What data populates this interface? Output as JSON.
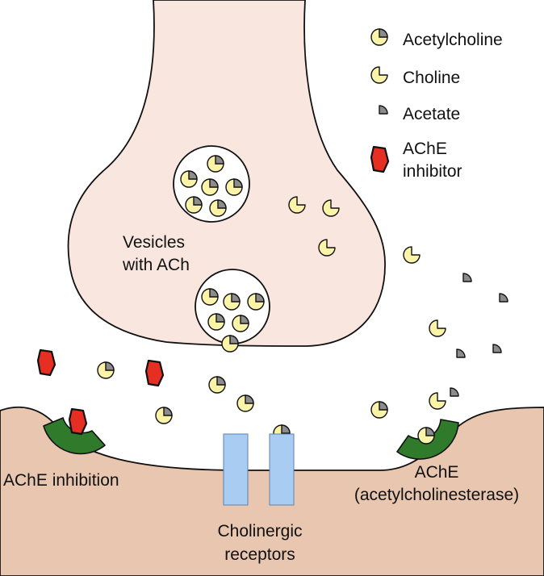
{
  "legend": {
    "items": [
      {
        "icon": "acetylcholine-icon",
        "label": "Acetylcholine"
      },
      {
        "icon": "choline-icon",
        "label": "Choline"
      },
      {
        "icon": "acetate-icon",
        "label": "Acetate"
      },
      {
        "icon": "ache-inhibitor-icon",
        "label_line1": "AChE",
        "label_line2": "inhibitor"
      }
    ]
  },
  "labels": {
    "vesicles_line1": "Vesicles",
    "vesicles_line2": "with ACh",
    "ache_inhibition": "AChE inhibition",
    "ache_line1": "AChE",
    "ache_line2": "(acetylcholinesterase)",
    "receptors_line1": "Cholinergic",
    "receptors_line2": "receptors"
  },
  "colors": {
    "presynaptic_fill": "#f8e6df",
    "postsynaptic_fill": "#e8c6b0",
    "molecule_fill": "#fbf3a8",
    "acetate_fill": "#8c8c8c",
    "inhibitor_fill": "#e62f22",
    "enzyme_fill": "#2f7a2b",
    "receptor_fill": "#a9cdf2",
    "outline": "#111111"
  }
}
